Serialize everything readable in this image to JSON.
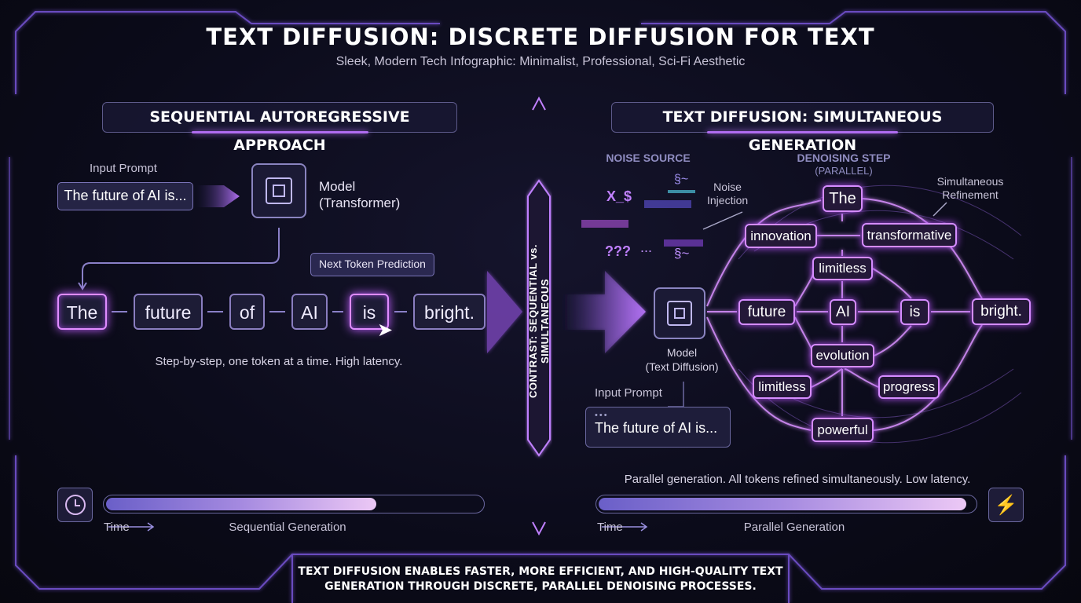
{
  "header": {
    "title": "TEXT DIFFUSION: DISCRETE DIFFUSION FOR TEXT",
    "subtitle": "Sleek, Modern Tech Infographic: Minimalist, Professional, Sci-Fi Aesthetic"
  },
  "left": {
    "section_title": "SEQUENTIAL AUTOREGRESSIVE APPROACH",
    "input_label": "Input Prompt",
    "input_text": "The future of AI is...",
    "model_label_1": "Model",
    "model_label_2": "(Transformer)",
    "tooltip": "Next Token Prediction",
    "tokens": [
      "The",
      "future",
      "of",
      "AI",
      "is",
      "bright."
    ],
    "caption": "Step-by-step, one token at a time. High latency.",
    "time_label": "Time",
    "progress_label": "Sequential Generation",
    "progress": 0.72
  },
  "divider": {
    "label": "CONTRAST: SEQUENTIAL vs. SIMULTANEOUS"
  },
  "right": {
    "section_title": "TEXT DIFFUSION: SIMULTANEOUS GENERATION",
    "noise_source": "NOISE SOURCE",
    "noise_injection_1": "Noise",
    "noise_injection_2": "Injection",
    "noise_glyphs": [
      "X_$",
      "???",
      "§~",
      "§~",
      "..."
    ],
    "denoising_1": "DENOISING STEP",
    "denoising_2": "(PARALLEL)",
    "refinement_1": "Simultaneous",
    "refinement_2": "Refinement",
    "nodes": {
      "the": "The",
      "innovation": "innovation",
      "transformative": "transformative",
      "limitless_top": "limitless",
      "future": "future",
      "ai": "AI",
      "is": "is",
      "bright": "bright.",
      "evolution": "evolution",
      "limitless_bottom": "limitless",
      "progress": "progress",
      "powerful": "powerful"
    },
    "model_label_1": "Model",
    "model_label_2": "(Text Diffusion)",
    "input_label": "Input Prompt",
    "input_text": "The future of AI is...",
    "input_dots": "•••",
    "caption": "Parallel generation. All tokens refined simultaneously. Low latency.",
    "time_label": "Time",
    "progress_label": "Parallel Generation",
    "progress": 0.98
  },
  "footer": {
    "line1": "TEXT DIFFUSION ENABLES FASTER, MORE EFFICIENT, AND HIGH-QUALITY TEXT",
    "line2": "GENERATION THROUGH DISCRETE, PARALLEL DENOISING PROCESSES."
  },
  "colors": {
    "accent": "#c060ff",
    "frame": "#7a5cc8",
    "background": "#0b0b1a"
  }
}
